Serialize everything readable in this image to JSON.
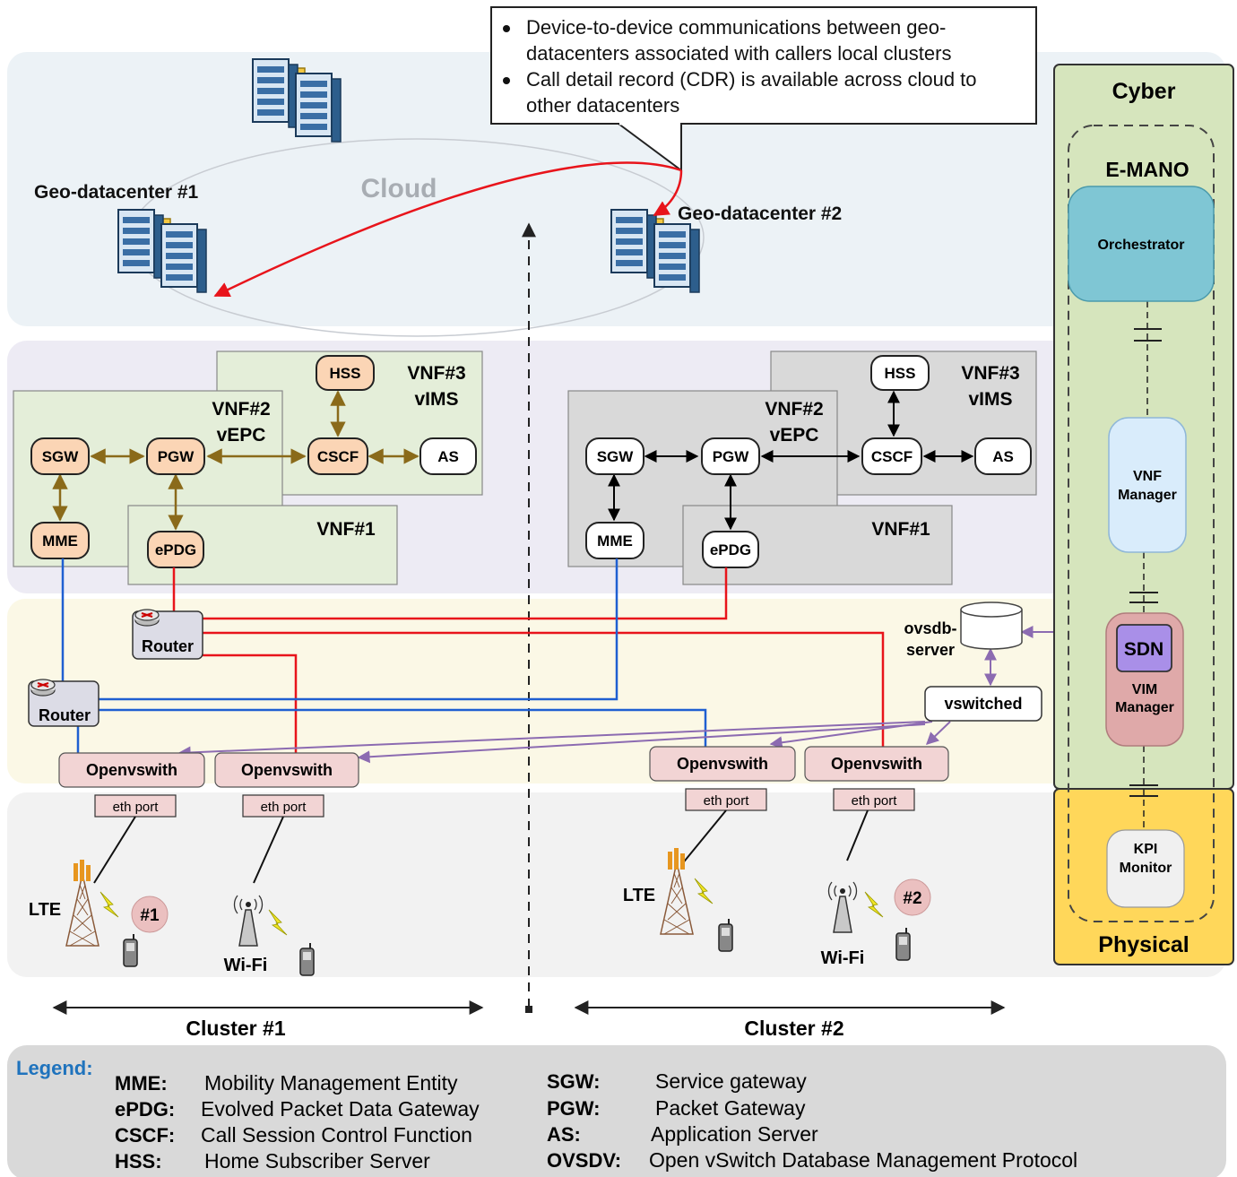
{
  "callout": {
    "bullet1_line1": "Device-to-device communications between geo-",
    "bullet1_line2": "datacenters associated with callers local clusters",
    "bullet2_line1": "Call detail record (CDR) is available across cloud to",
    "bullet2_line2": "other datacenters"
  },
  "cloud": {
    "label": "Cloud",
    "dc1_label": "Geo-datacenter #1",
    "dc2_label": "Geo-datacenter #2"
  },
  "vnf": {
    "vnf3_line1": "VNF#3",
    "vnf3_line2": "vIMS",
    "vnf2_line1": "VNF#2",
    "vnf2_line2": "vEPC",
    "vnf1": "VNF#1",
    "hss": "HSS",
    "cscf": "CSCF",
    "as": "AS",
    "sgw": "SGW",
    "pgw": "PGW",
    "mme": "MME",
    "epdg": "ePDG"
  },
  "network": {
    "router": "Router",
    "ovsdb_line1": "ovsdb-",
    "ovsdb_line2": "server",
    "vswitched": "vswitched",
    "openvswitch": "Openvswith",
    "eth_port": "eth port"
  },
  "access": {
    "lte": "LTE",
    "wifi": "Wi-Fi",
    "user1": "#1",
    "user2": "#2",
    "cluster1": "Cluster #1",
    "cluster2": "Cluster #2"
  },
  "side": {
    "cyber": "Cyber",
    "emano": "E-MANO",
    "orchestrator": "Orchestrator",
    "vnf_manager_line1": "VNF",
    "vnf_manager_line2": "Manager",
    "sdn": "SDN",
    "vim_line1": "VIM",
    "vim_line2": "Manager",
    "kpi_line1": "KPI",
    "kpi_line2": "Monitor",
    "physical": "Physical"
  },
  "legend": {
    "title": "Legend:",
    "items": [
      {
        "abbr": "MME:",
        "desc": "Mobility Management Entity"
      },
      {
        "abbr": "ePDG:",
        "desc": "Evolved Packet Data Gateway"
      },
      {
        "abbr": "CSCF:",
        "desc": "Call Session Control Function"
      },
      {
        "abbr": "HSS:",
        "desc": "Home Subscriber Server"
      },
      {
        "abbr": "SGW:",
        "desc": "Service gateway"
      },
      {
        "abbr": "PGW:",
        "desc": "Packet Gateway"
      },
      {
        "abbr": "AS:",
        "desc": "Application Server"
      },
      {
        "abbr": "OVSDV:",
        "desc": "Open vSwitch Database Management Protocol"
      }
    ]
  },
  "colors": {
    "accent_orange": "#fbd5b5",
    "red_link": "#e8141b",
    "blue_link": "#1f5fd1",
    "purple_link": "#8c6bb1",
    "olive_link": "#8a6a1a",
    "cyber_green": "#d6e5bd",
    "physical_yellow": "#ffd75a"
  }
}
